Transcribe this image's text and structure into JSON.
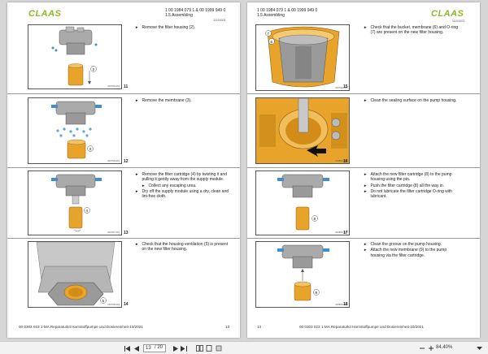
{
  "brand": "CLAAS",
  "left_page": {
    "header_line1": "1 00 1984 079 1 & 00 1999 949 0",
    "header_line2": "1.5 Assembling",
    "header_code": "11191003",
    "steps": [
      {
        "num": "11",
        "fig_id": "310795-001",
        "items": [
          {
            "mark": "►",
            "text": "Remove the filter housing (2)."
          }
        ]
      },
      {
        "num": "12",
        "fig_id": "310796-001",
        "items": [
          {
            "mark": "►",
            "text": "Remove the membrane (3)."
          }
        ]
      },
      {
        "num": "13",
        "fig_id": "310797-001",
        "items": [
          {
            "mark": "►",
            "text": "Remove the filter cartridge (4) by twisting it and pulling it gently away from the supply module."
          },
          {
            "mark": "►",
            "text": "Collect any escaping urea."
          },
          {
            "mark": "►",
            "text": "Dry off the supply module using a dry, clean and lint-free cloth."
          }
        ]
      },
      {
        "num": "14",
        "fig_id": "310798-001",
        "items": [
          {
            "mark": "►",
            "text": "Check that the housing ventilation (5) is present on the new filter housing."
          }
        ]
      }
    ],
    "footer_title": "00 0303 023 1-MA Reparaturkit Harnstoffpumpe und Dosiereinheit-10/2021",
    "page_number": "13"
  },
  "right_page": {
    "header_line1": "1 00 1984 079 1 & 00 1999 949 0",
    "header_line2": "1.5 Assembling",
    "header_code": "11191003",
    "steps": [
      {
        "num": "15",
        "fig_id": "310799-001",
        "items": [
          {
            "mark": "►",
            "text": "Check that the bucket, membrane (6) and O-ring (7) are present on the new filter housing."
          }
        ]
      },
      {
        "num": "16",
        "fig_id": "310800-001",
        "items": [
          {
            "mark": "►",
            "text": "Clean the sealing surface on the pump housing."
          }
        ]
      },
      {
        "num": "17",
        "fig_id": "310801-001",
        "items": [
          {
            "mark": "►",
            "text": "Attach the new filter cartridge (8) to the pump housing using the pin."
          },
          {
            "mark": "►",
            "text": "Push the filter cartridge (8) all the way in."
          },
          {
            "mark": "►",
            "text": "Do not lubricate the filter cartridge O-ring with lubricant."
          }
        ]
      },
      {
        "num": "18",
        "fig_id": "310802-001",
        "items": [
          {
            "mark": "►",
            "text": "Clean the groove on the pump housing."
          },
          {
            "mark": "►",
            "text": "Attach the new membrane (9) to the pump housing via the filter cartridge."
          }
        ]
      }
    ],
    "footer_title": "00 0303 023 1-MA Reparaturkit Harnstoffpumpe und Dosiereinheit-10/2021",
    "page_number": "14"
  },
  "toolbar": {
    "current_page": "13",
    "page_total": "/ 20",
    "zoom": "84,40%"
  },
  "colors": {
    "brand": "#86bc24",
    "part_orange": "#e8a32a",
    "metal": "#8f8f8f",
    "accent_blue": "#3c8fd4"
  }
}
